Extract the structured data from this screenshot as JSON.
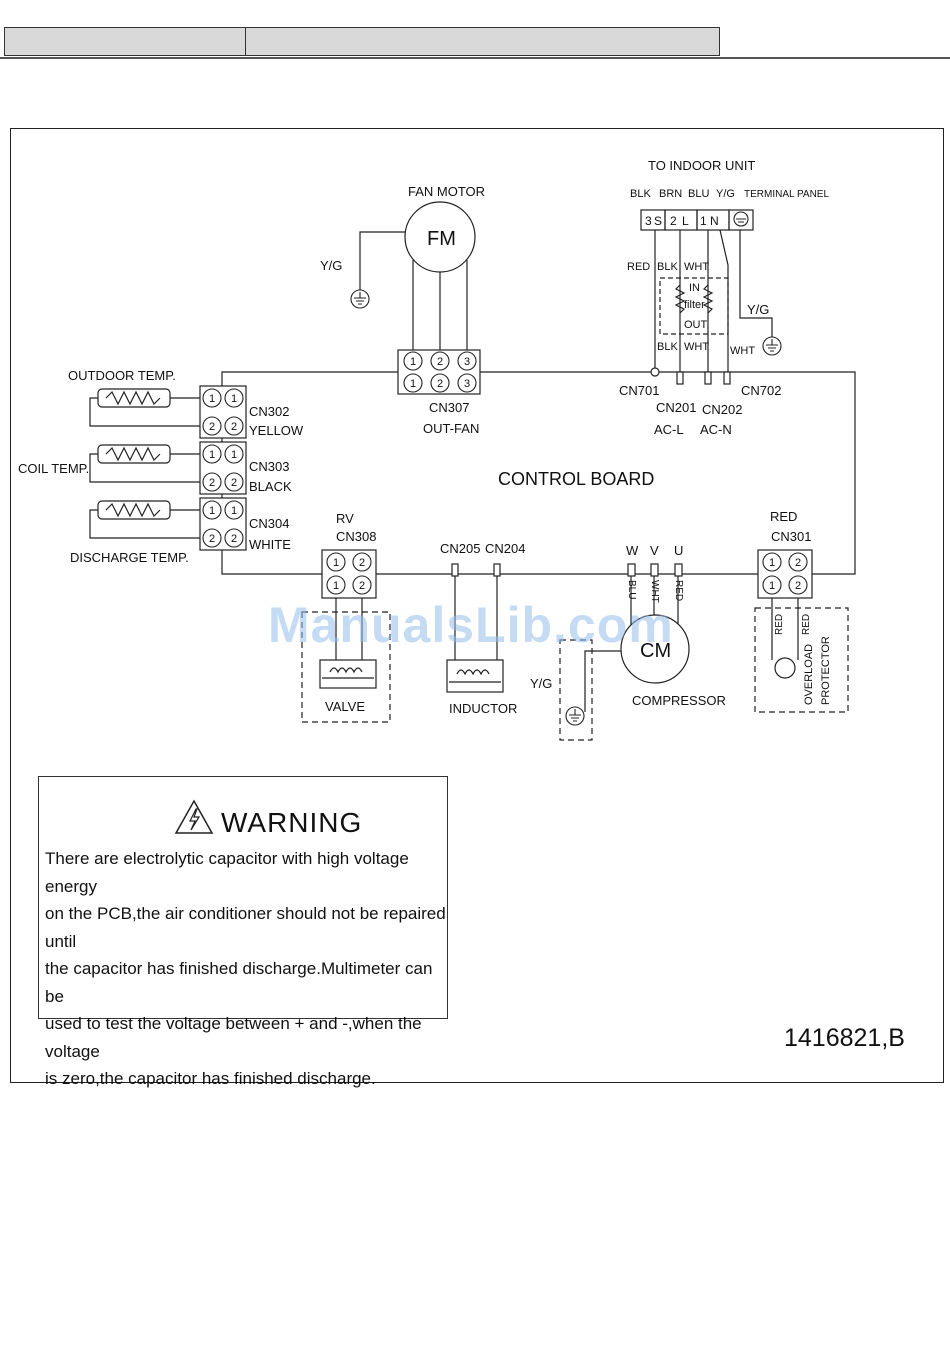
{
  "header": {
    "cell_1": "",
    "cell_2": ""
  },
  "diagram": {
    "to_indoor_unit": "TO INDOOR UNIT",
    "terminal_panel": "TERMINAL PANEL",
    "wire_colors_top": [
      "BLK",
      "BRN",
      "BLU",
      "Y/G"
    ],
    "terminals": [
      "3",
      "S",
      "2",
      "L",
      "1",
      "N"
    ],
    "fan_motor": "FAN MOTOR",
    "fm": "FM",
    "yg": "Y/G",
    "red": "RED",
    "blk": "BLK",
    "wht": "WHT",
    "filter_in": "IN",
    "filter": "filter",
    "filter_out": "OUT",
    "cn701": "CN701",
    "cn702": "CN702",
    "cn201": "CN201",
    "cn202": "CN202",
    "ac_l": "AC-L",
    "ac_n": "AC-N",
    "cn307": "CN307",
    "out_fan": "OUT-FAN",
    "outdoor_temp": "OUTDOOR TEMP.",
    "coil_temp": "COIL TEMP.",
    "discharge_temp": "DISCHARGE TEMP.",
    "cn302": "CN302",
    "yellow": "YELLOW",
    "cn303": "CN303",
    "black": "BLACK",
    "cn304": "CN304",
    "white": "WHITE",
    "control_board": "CONTROL BOARD",
    "rv": "RV",
    "cn308": "CN308",
    "cn205": "CN205",
    "cn204": "CN204",
    "w": "W",
    "v": "V",
    "u": "U",
    "blu": "BLU",
    "cn301": "CN301",
    "valve": "VALVE",
    "inductor": "INDUCTOR",
    "cm": "CM",
    "compressor": "COMPRESSOR",
    "overload": "OVERLOAD",
    "protector": "PROTECTOR",
    "pin_1": "1",
    "pin_2": "2",
    "pin_3": "3"
  },
  "warning": {
    "title": "WARNING",
    "body": "There are electrolytic capacitor with high voltage energy\non the PCB,the air conditioner should not be repaired until\nthe capacitor has finished discharge.Multimeter can be\nused to test the voltage between + and -,when the voltage\nis zero,the capacitor has finished discharge."
  },
  "doc_id": "1416821,B",
  "watermark": "ManualsLib.com"
}
